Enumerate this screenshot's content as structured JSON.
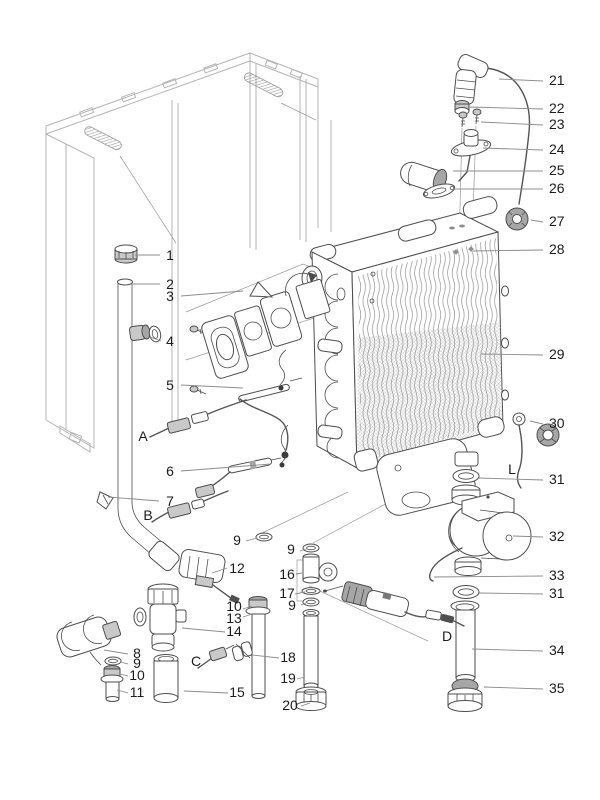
{
  "figure": {
    "kind": "exploded-parts-diagram",
    "subject": "gas boiler heat exchanger and hydraulic assembly"
  },
  "colors": {
    "background": "#ffffff",
    "part_line": "#4d4d4d",
    "frame_line": "#b4b4b4",
    "leader_line": "#8c8c8c",
    "label_text": "#1c1c1c",
    "shade_light": "#c9c9c9",
    "shade_dark": "#a6a6a6"
  },
  "labels": [
    {
      "id": "part-1",
      "text": "1"
    },
    {
      "id": "part-2",
      "text": "2"
    },
    {
      "id": "part-3",
      "text": "3"
    },
    {
      "id": "part-4",
      "text": "4"
    },
    {
      "id": "part-5",
      "text": "5"
    },
    {
      "id": "ref-A",
      "text": "A"
    },
    {
      "id": "part-6",
      "text": "6"
    },
    {
      "id": "part-7",
      "text": "7"
    },
    {
      "id": "ref-B",
      "text": "B"
    },
    {
      "id": "part-9a",
      "text": "9"
    },
    {
      "id": "part-12",
      "text": "12"
    },
    {
      "id": "part-9b",
      "text": "9"
    },
    {
      "id": "part-16",
      "text": "16"
    },
    {
      "id": "part-17",
      "text": "17"
    },
    {
      "id": "part-9c",
      "text": "9"
    },
    {
      "id": "part-10a",
      "text": "10"
    },
    {
      "id": "part-13",
      "text": "13"
    },
    {
      "id": "part-14",
      "text": "14"
    },
    {
      "id": "ref-C",
      "text": "C"
    },
    {
      "id": "part-18",
      "text": "18"
    },
    {
      "id": "part-8",
      "text": "8"
    },
    {
      "id": "part-9d",
      "text": "9"
    },
    {
      "id": "part-10b",
      "text": "10"
    },
    {
      "id": "part-11",
      "text": "11"
    },
    {
      "id": "part-15",
      "text": "15"
    },
    {
      "id": "part-19",
      "text": "19"
    },
    {
      "id": "part-20",
      "text": "20"
    },
    {
      "id": "ref-D",
      "text": "D"
    },
    {
      "id": "ref-L",
      "text": "L"
    },
    {
      "id": "part-21",
      "text": "21"
    },
    {
      "id": "part-22",
      "text": "22"
    },
    {
      "id": "part-23",
      "text": "23"
    },
    {
      "id": "part-24",
      "text": "24"
    },
    {
      "id": "part-25",
      "text": "25"
    },
    {
      "id": "part-26",
      "text": "26"
    },
    {
      "id": "part-27",
      "text": "27"
    },
    {
      "id": "part-28",
      "text": "28"
    },
    {
      "id": "part-29",
      "text": "29"
    },
    {
      "id": "part-30",
      "text": "30"
    },
    {
      "id": "part-31a",
      "text": "31"
    },
    {
      "id": "part-32",
      "text": "32"
    },
    {
      "id": "part-33",
      "text": "33"
    },
    {
      "id": "part-31b",
      "text": "31"
    },
    {
      "id": "part-34",
      "text": "34"
    },
    {
      "id": "part-35",
      "text": "35"
    }
  ]
}
